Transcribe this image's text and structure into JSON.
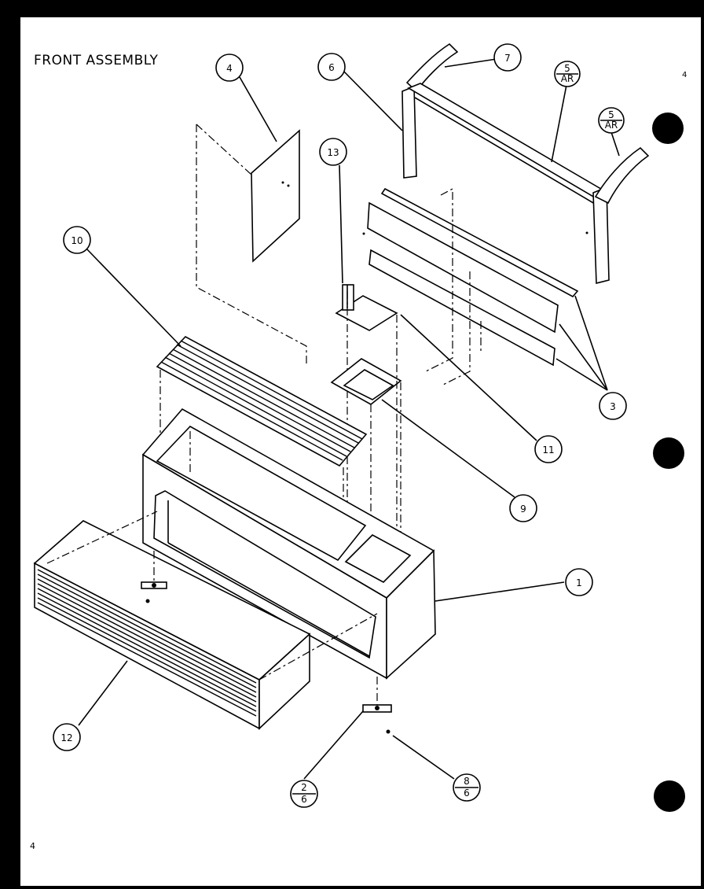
{
  "title": "FRONT ASSEMBLY",
  "page_number": "4",
  "callouts": [
    {
      "id": "1",
      "label": "1"
    },
    {
      "id": "3",
      "label": "3"
    },
    {
      "id": "4",
      "label": "4"
    },
    {
      "id": "6",
      "label": "6"
    },
    {
      "id": "7",
      "label": "7"
    },
    {
      "id": "9",
      "label": "9"
    },
    {
      "id": "10",
      "label": "10"
    },
    {
      "id": "11",
      "label": "11"
    },
    {
      "id": "12",
      "label": "12"
    },
    {
      "id": "13",
      "label": "13"
    }
  ],
  "split_callouts": [
    {
      "id": "5ar-a",
      "top": "5",
      "bottom": "AR"
    },
    {
      "id": "5ar-b",
      "top": "5",
      "bottom": "AR"
    },
    {
      "id": "2-6",
      "top": "2",
      "bottom": "6"
    },
    {
      "id": "8-6",
      "top": "8",
      "bottom": "6"
    }
  ],
  "colors": {
    "ink": "#000000",
    "paper": "#ffffff",
    "frame": "#000000"
  }
}
